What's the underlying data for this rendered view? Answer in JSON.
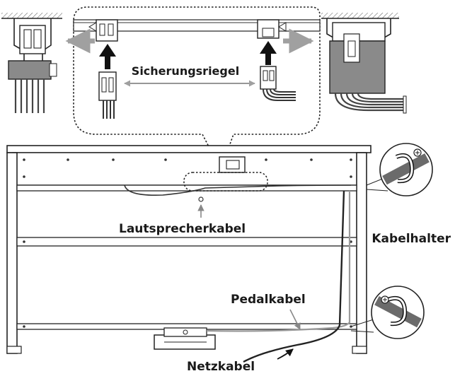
{
  "labels": {
    "locking_latch": "Sicherungsriegel",
    "speaker_cable": "Lautsprecherkabel",
    "cable_holder": "Kabelhalter",
    "pedal_cable": "Pedalkabel",
    "power_cable": "Netzkabel"
  }
}
